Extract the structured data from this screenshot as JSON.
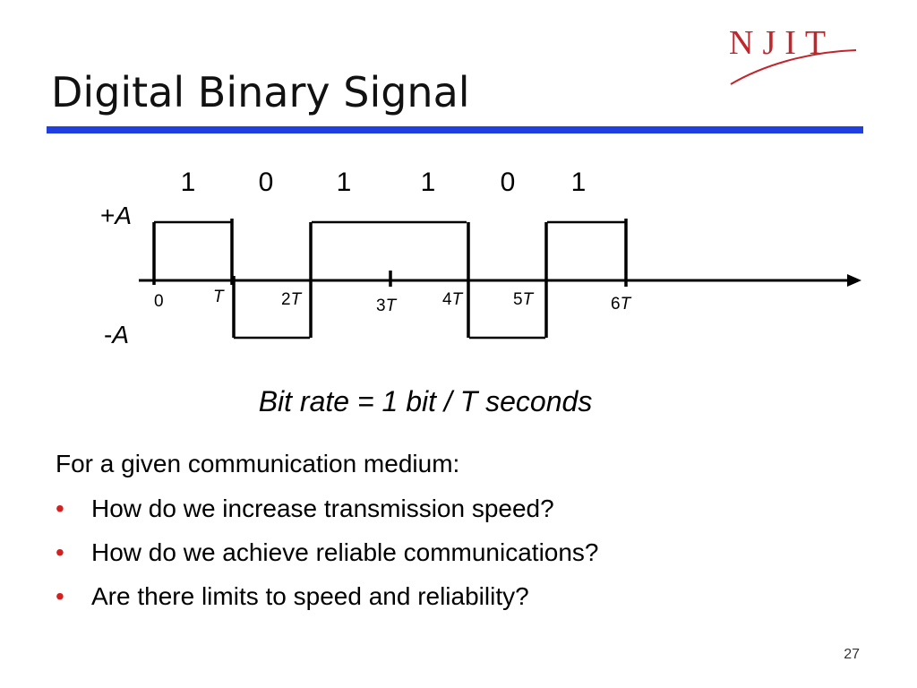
{
  "slide": {
    "title": "Digital Binary Signal",
    "page_number": "27",
    "logo_text": "NJIT"
  },
  "diagram": {
    "bits": [
      "1",
      "0",
      "1",
      "1",
      "0",
      "1"
    ],
    "levels": {
      "high": [
        "+",
        "A"
      ],
      "low": [
        "-",
        "A"
      ]
    },
    "ticks": [
      {
        "coef": "0",
        "sym": ""
      },
      {
        "coef": "",
        "sym": "T"
      },
      {
        "coef": "2",
        "sym": "T"
      },
      {
        "coef": "3",
        "sym": "T"
      },
      {
        "coef": "4",
        "sym": "T"
      },
      {
        "coef": "5",
        "sym": "T"
      },
      {
        "coef": "6",
        "sym": "T"
      }
    ],
    "caption": "Bit rate = 1  bit / T seconds"
  },
  "body": {
    "intro": "For a given communication medium:",
    "bullet_char": "•",
    "bullets": [
      "How do we increase transmission speed?",
      "How do we achieve reliable communications?",
      "Are there limits to speed and reliability?"
    ]
  },
  "colors": {
    "rule": "#1f3fe0",
    "logo": "#c0262c",
    "bullet": "#d62020"
  }
}
